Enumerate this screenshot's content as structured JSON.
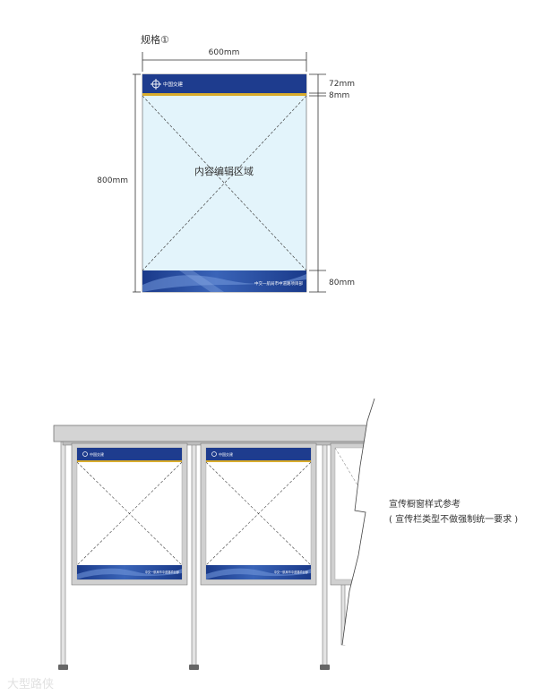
{
  "spec_label": "规格①",
  "dims": {
    "width": "600mm",
    "height": "800mm",
    "header": "72mm",
    "gold_line": "8mm",
    "footer": "80mm"
  },
  "panel": {
    "logo_text": "中国交建",
    "content_label": "内容编辑区域",
    "footer_text": "中交一航局市中道路项目部"
  },
  "caption": {
    "line1": "宣传橱窗样式参考",
    "line2": "( 宣传栏类型不做强制统一要求 )"
  },
  "watermark": "大型路侠",
  "colors": {
    "navy": "#1e3c8e",
    "gold": "#d9ac2c",
    "content_bg": "#e3f4fb",
    "frame_gray": "#cfcfcf"
  }
}
